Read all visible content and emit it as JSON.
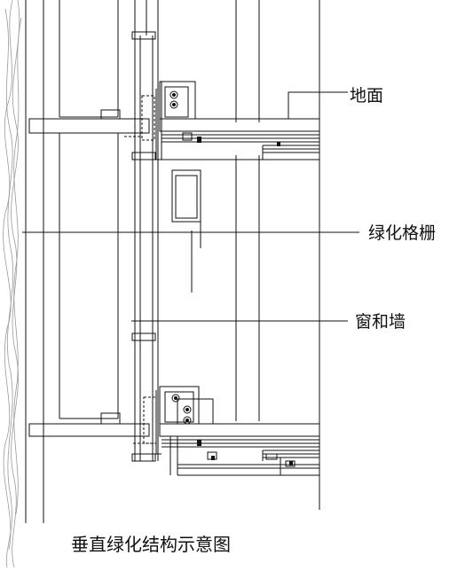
{
  "diagram": {
    "caption": "垂直绿化结构示意图",
    "labels": {
      "ground": "地面",
      "green_grille": "绿化格栅",
      "window_wall": "窗和墙"
    }
  },
  "colors": {
    "line": "#111111",
    "vine": "#9a9a9a",
    "background": "#ffffff"
  }
}
